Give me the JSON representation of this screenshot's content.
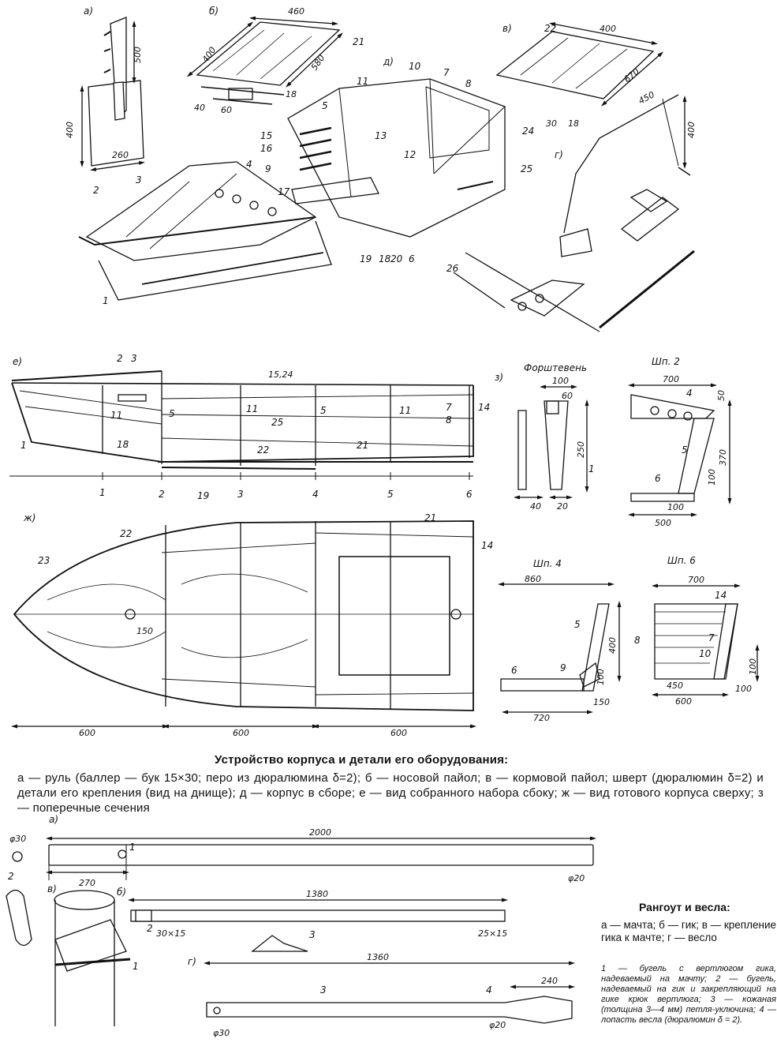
{
  "caption": {
    "title": "Устройство корпуса и детали его оборудования:",
    "body": "а — руль (баллер — бук 15×30; перо из дюралюмина δ=2); б — носовой пайол; в — кормовой пайол; шверт (дюралюмин δ=2) и детали его крепления (вид на днище); д — корпус в сборе; е — вид собранного набора сбоку; ж — вид готового корпуса сверху; з — поперечные сечения"
  },
  "rigging": {
    "title": "Рангоут и весла:",
    "body": "а — мачта; б — гик; в — крепление гика к мачте; г — весло",
    "notes": "1 — бугель с вертлюгом гика, надеваемый на мачту; 2 — бугель, надеваемый на гик и закрепляющий на гике крюк вертлюга; 3 — кожаная (толщина 3—4 мм) петля-уключина; 4 — лопасть весла (дюралюмин δ = 2)."
  },
  "view_letters": {
    "a": "а)",
    "b": "б)",
    "v": "в)",
    "g": "г)",
    "d": "д)",
    "e": "е)",
    "zh": "ж)",
    "z": "з)"
  },
  "section_titles": {
    "forstevn": "Форштевень",
    "sh2": "Шп. 2",
    "sh4": "Шп. 4",
    "sh6": "Шп. 6"
  },
  "dimensions": {
    "rudder_width": "260",
    "rudder_height": "400",
    "rudder_shaft": "500",
    "bow_board_width": "460",
    "bow_board_len": "400",
    "bow_board_diag": "580",
    "bow_board_40": "40",
    "bow_board_60": "60",
    "bow_board_18": "18",
    "stern_board_width": "400",
    "stern_board_len": "670",
    "stern_board_30": "30",
    "stern_board_18": "18",
    "centreboard_450": "450",
    "centreboard_400": "400",
    "side_length": "15,24",
    "stem_100": "100",
    "stem_60": "60",
    "stem_250": "250",
    "stem_40": "40",
    "stem_20": "20",
    "sh2_700": "700",
    "sh2_370": "370",
    "sh2_50": "50",
    "sh2_100a": "100",
    "sh2_100b": "100",
    "sh2_500": "500",
    "plan_150": "150",
    "plan_600a": "600",
    "plan_600b": "600",
    "plan_600c": "600",
    "sh4_860": "860",
    "sh4_400": "400",
    "sh4_100": "100",
    "sh4_150": "150",
    "sh4_720": "720",
    "sh6_700": "700",
    "sh6_450": "450",
    "sh6_600": "600",
    "sh6_100": "100",
    "sh6_100b": "100",
    "mast_len": "2000",
    "mast_270": "270",
    "mast_d30": "φ30",
    "mast_d20": "φ20",
    "boom_len": "1380",
    "boom_sec1": "30×15",
    "boom_sec2": "25×15",
    "oar_len": "1360",
    "oar_240": "240",
    "oar_d30": "φ30",
    "oar_d20": "φ20"
  },
  "parts": {
    "p1": "1",
    "p2": "2",
    "p3": "3",
    "p4": "4",
    "p5": "5",
    "p6": "6",
    "p7": "7",
    "p8": "8",
    "p9": "9",
    "p10": "10",
    "p11": "11",
    "p12": "12",
    "p13": "13",
    "p14": "14",
    "p15": "15",
    "p16": "16",
    "p17": "17",
    "p18": "18",
    "p19": "19",
    "p20": "20",
    "p21": "21",
    "p22": "22",
    "p23": "23",
    "p24": "24",
    "p25": "25",
    "p26": "26"
  },
  "frame_numbers": [
    "1",
    "2",
    "3",
    "4",
    "5",
    "6"
  ]
}
